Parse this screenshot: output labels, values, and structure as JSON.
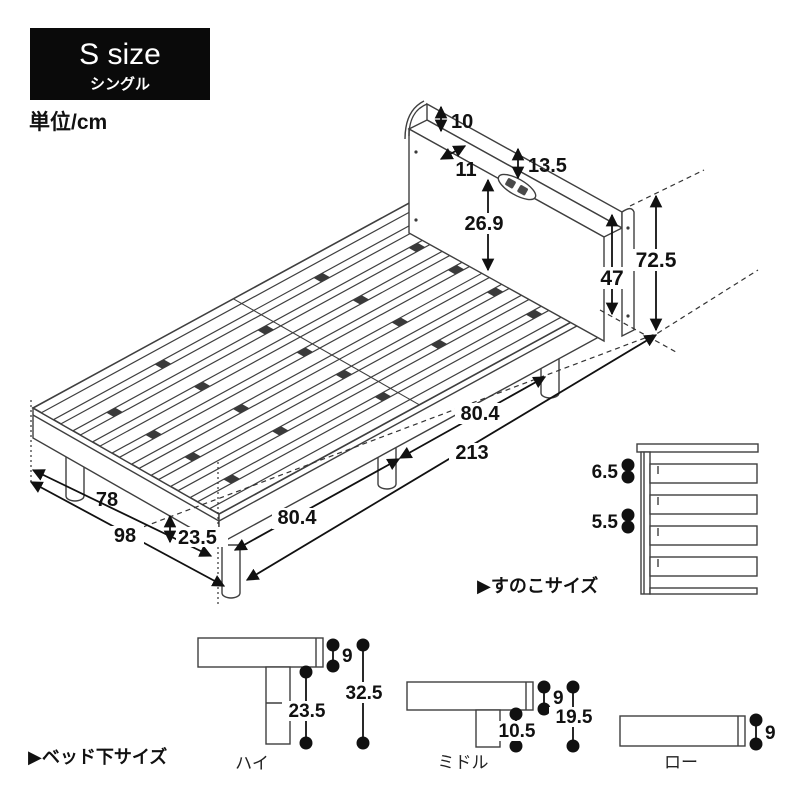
{
  "size_badge": {
    "title": "S size",
    "subtitle": "シングル"
  },
  "unit_label": "単位/cm",
  "bed_diagram": {
    "dims": {
      "headboard_top_height": "10",
      "shelf_depth": "11",
      "shelf_clearance": "13.5",
      "headboard_panel_height": "26.9",
      "headboard_side_height": "47",
      "total_height": "72.5",
      "frame_section_length_top": "80.4",
      "total_length": "213",
      "frame_section_length_bottom": "80.4",
      "inner_width": "78",
      "outer_width": "98",
      "foot_under_clearance": "23.5"
    }
  },
  "slat_detail": {
    "section_label": "▶すのこサイズ",
    "slat_width": "6.5",
    "slat_gap": "5.5"
  },
  "underbed_detail": {
    "section_label": "▶ベッド下サイズ",
    "variants": [
      {
        "name": "ハイ",
        "frame_height": "9",
        "leg_height": "23.5",
        "total_height": "32.5"
      },
      {
        "name": "ミドル",
        "frame_height": "9",
        "leg_height": "10.5",
        "total_height": "19.5"
      },
      {
        "name": "ロー",
        "frame_height": "9"
      }
    ]
  },
  "colors": {
    "line": "#3f3f3f",
    "dimension": "#111111",
    "badge_bg": "#0a0a0a",
    "badge_text": "#ffffff"
  }
}
